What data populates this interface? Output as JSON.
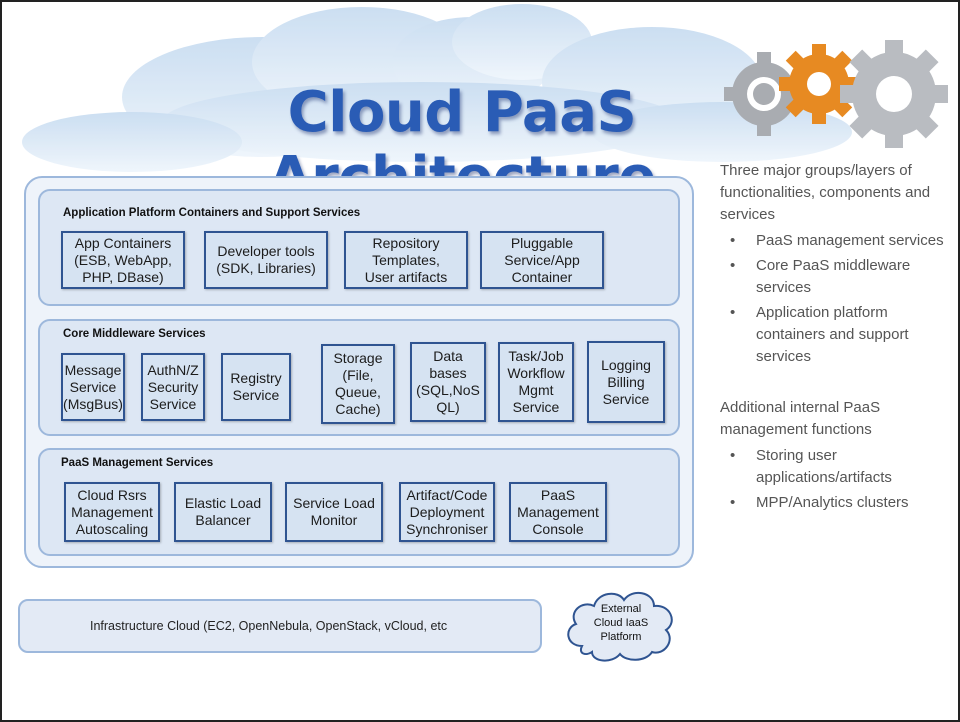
{
  "title": "Cloud PaaS Architecture",
  "layers": [
    {
      "title": "Application Platform Containers and Support Services",
      "boxes": [
        "App Containers\n(ESB, WebApp,\nPHP, DBase)",
        "Developer tools\n(SDK, Libraries)",
        "Repository\nTemplates,\nUser artifacts",
        "Pluggable\nService/App\nContainer"
      ]
    },
    {
      "title": "Core Middleware Services",
      "boxes": [
        "Message\nService\n(MsgBus)",
        "AuthN/Z\nSecurity\nService",
        "Registry\nService",
        "Storage\n(File,\nQueue,\nCache)",
        "Data\nbases\n(SQL,NoS\nQL)",
        "Task/Job\nWorkflow\nMgmt\nService",
        "Logging\nBilling\nService"
      ]
    },
    {
      "title": "PaaS Management Services",
      "boxes": [
        "Cloud Rsrs\nManagement\nAutoscaling",
        "Elastic Load\nBalancer",
        "Service Load\nMonitor",
        "Artifact/Code\nDeployment\nSynchroniser",
        "PaaS\nManagement\nConsole"
      ]
    }
  ],
  "infrastructure": "Infrastructure Cloud (EC2, OpenNebula, OpenStack, vCloud, etc",
  "external_cloud": "External\nCloud IaaS\nPlatform",
  "side": {
    "intro": "Three major groups/layers of functionalities, components and services",
    "bullets1": [
      "PaaS management services",
      "Core PaaS middleware services",
      "Application platform containers and support services"
    ],
    "intro2": "Additional internal PaaS management functions",
    "bullets2": [
      "Storing user applications/artifacts",
      "MPP/Analytics clusters"
    ],
    "bullet_char": "•"
  },
  "colors": {
    "title": "#2a5cb5",
    "box_border": "#2f5491",
    "box_fill": "#d6e3f2",
    "layer_border": "#9db8dc"
  },
  "icons": [
    "cloud-background",
    "gear-icon"
  ]
}
